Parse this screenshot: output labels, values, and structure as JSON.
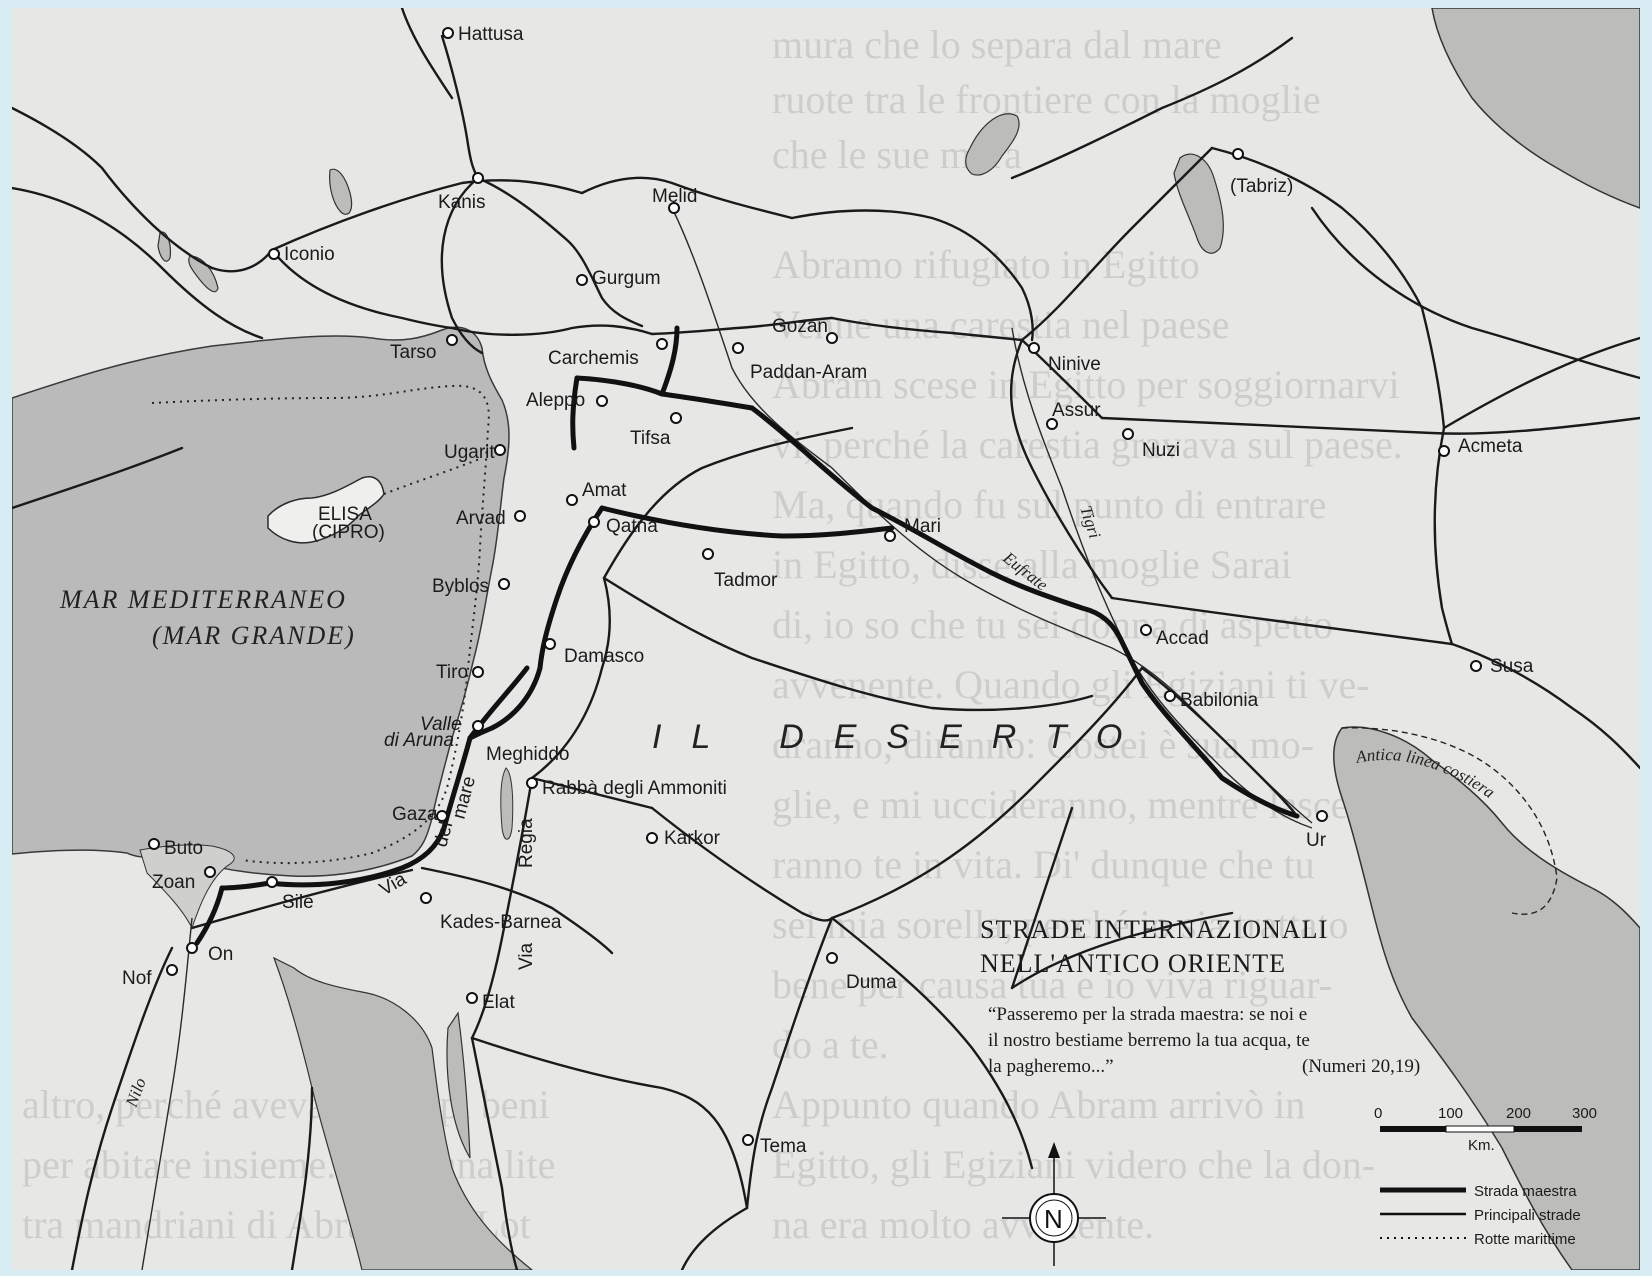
{
  "title_lines": [
    "STRADE INTERNAZIONALI",
    "NELL'ANTICO ORIENTE"
  ],
  "quote_lines": [
    "“Passeremo per la strada maestra: se noi e",
    "il nostro bestiame berremo la tua acqua, te",
    "la pagheremo...”",
    "(Numeri 20,19)"
  ],
  "sea": {
    "line1": "MAR MEDITERRANEO",
    "line2": "(MAR GRANDE)"
  },
  "desert": "IL DESERTO",
  "island": {
    "name": "ELISA",
    "sub": "(CIPRO)"
  },
  "rivers": {
    "eufrate": "Eufrate",
    "tigri": "Tigri",
    "nilo": "Nilo"
  },
  "roads": {
    "via_del": "Via",
    "via_del2": "del",
    "via_mare": "mare",
    "via_regia1": "Via",
    "via_regia2": "Regia"
  },
  "coast_label": "Antica linea costiera",
  "valley": {
    "line1": "Valle",
    "line2": "di Aruna"
  },
  "cities": {
    "hattusa": "Hattusa",
    "kanis": "Kanis",
    "melid": "Melid",
    "iconio": "Iconio",
    "gurgum": "Gurgum",
    "tarso": "Tarso",
    "carchemis": "Carchemis",
    "gozan": "Gozan",
    "paddan": "Paddan-Aram",
    "ninive": "Ninive",
    "tabriz": "(Tabriz)",
    "aleppo": "Aleppo",
    "tifsa": "Tifsa",
    "assur": "Assur",
    "nuzi": "Nuzi",
    "acmeta": "Acmeta",
    "ugarit": "Ugarit",
    "amat": "Amat",
    "arvad": "Arvad",
    "qatna": "Qatna",
    "mari": "Mari",
    "tadmor": "Tadmor",
    "byblos": "Byblos",
    "accad": "Accad",
    "damasco": "Damasco",
    "susa": "Susa",
    "tiro": "Tiro",
    "babilonia": "Babilonia",
    "meghiddo": "Meghiddo",
    "rabba": "Rabbà degli Ammoniti",
    "gaza": "Gaza",
    "ur": "Ur",
    "buto": "Buto",
    "karkor": "Karkor",
    "zoan": "Zoan",
    "sile": "Sile",
    "kades": "Kades-Barnea",
    "on": "On",
    "nof": "Nof",
    "duma": "Duma",
    "elat": "Elat",
    "tema": "Tema"
  },
  "scale": {
    "ticks": [
      "0",
      "100",
      "200",
      "300"
    ],
    "unit": "Km."
  },
  "compass": "N",
  "legend": [
    "Strada maestra",
    "Principali strade",
    "Rotte marittime"
  ],
  "colors": {
    "background": "#d7ecf3",
    "paper": "#e6e6e4",
    "sea": "#b9b9b7",
    "ink": "#1b1b1b"
  }
}
